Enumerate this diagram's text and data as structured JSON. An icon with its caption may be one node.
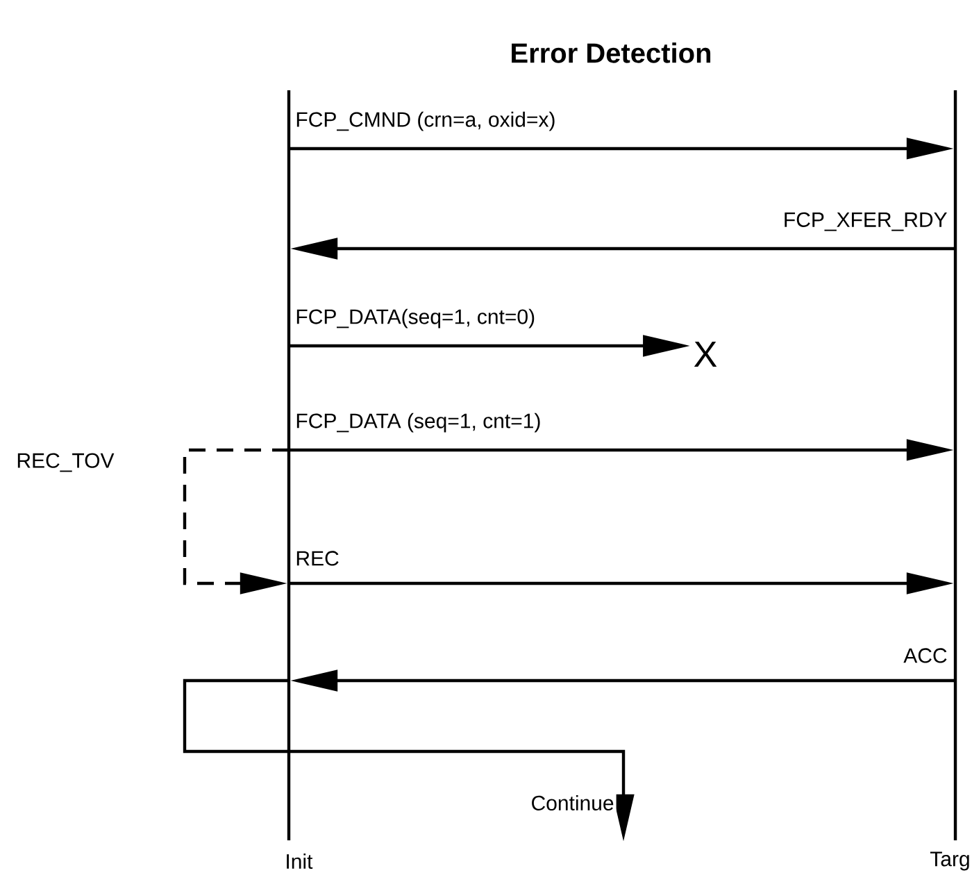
{
  "diagram": {
    "title": "Error Detection",
    "nodes": [
      {
        "text": [
          "Init"
        ]
      },
      {
        "text": [
          "Targ"
        ]
      },
      {
        "text": [
          "X"
        ]
      }
    ],
    "edges": [
      {
        "from": 0,
        "to": 1,
        "arrow": "to",
        "label": "FCP_CMND (crn=a, oxid=x)"
      },
      {
        "from": 1,
        "to": 0,
        "arrow": "to",
        "label": "FCP_XFER_RDY"
      },
      {
        "from": 0,
        "to": 2,
        "arrow": "to",
        "label": "FCP_DATA(seq=1, cnt=0)"
      },
      {
        "from": 0,
        "to": 1,
        "arrow": "to",
        "label": "FCP_DATA (seq=1, cnt=1)"
      },
      {
        "from": 0,
        "to": 0,
        "arrow": "to",
        "style": "dashed",
        "label": "REC_TOV"
      },
      {
        "from": 0,
        "to": 1,
        "arrow": "to",
        "label": "REC"
      },
      {
        "from": 1,
        "to": 0,
        "arrow": "to",
        "label": "ACC"
      },
      {
        "from": 0,
        "to": null,
        "arrow": "to",
        "label": "Continue"
      }
    ]
  }
}
